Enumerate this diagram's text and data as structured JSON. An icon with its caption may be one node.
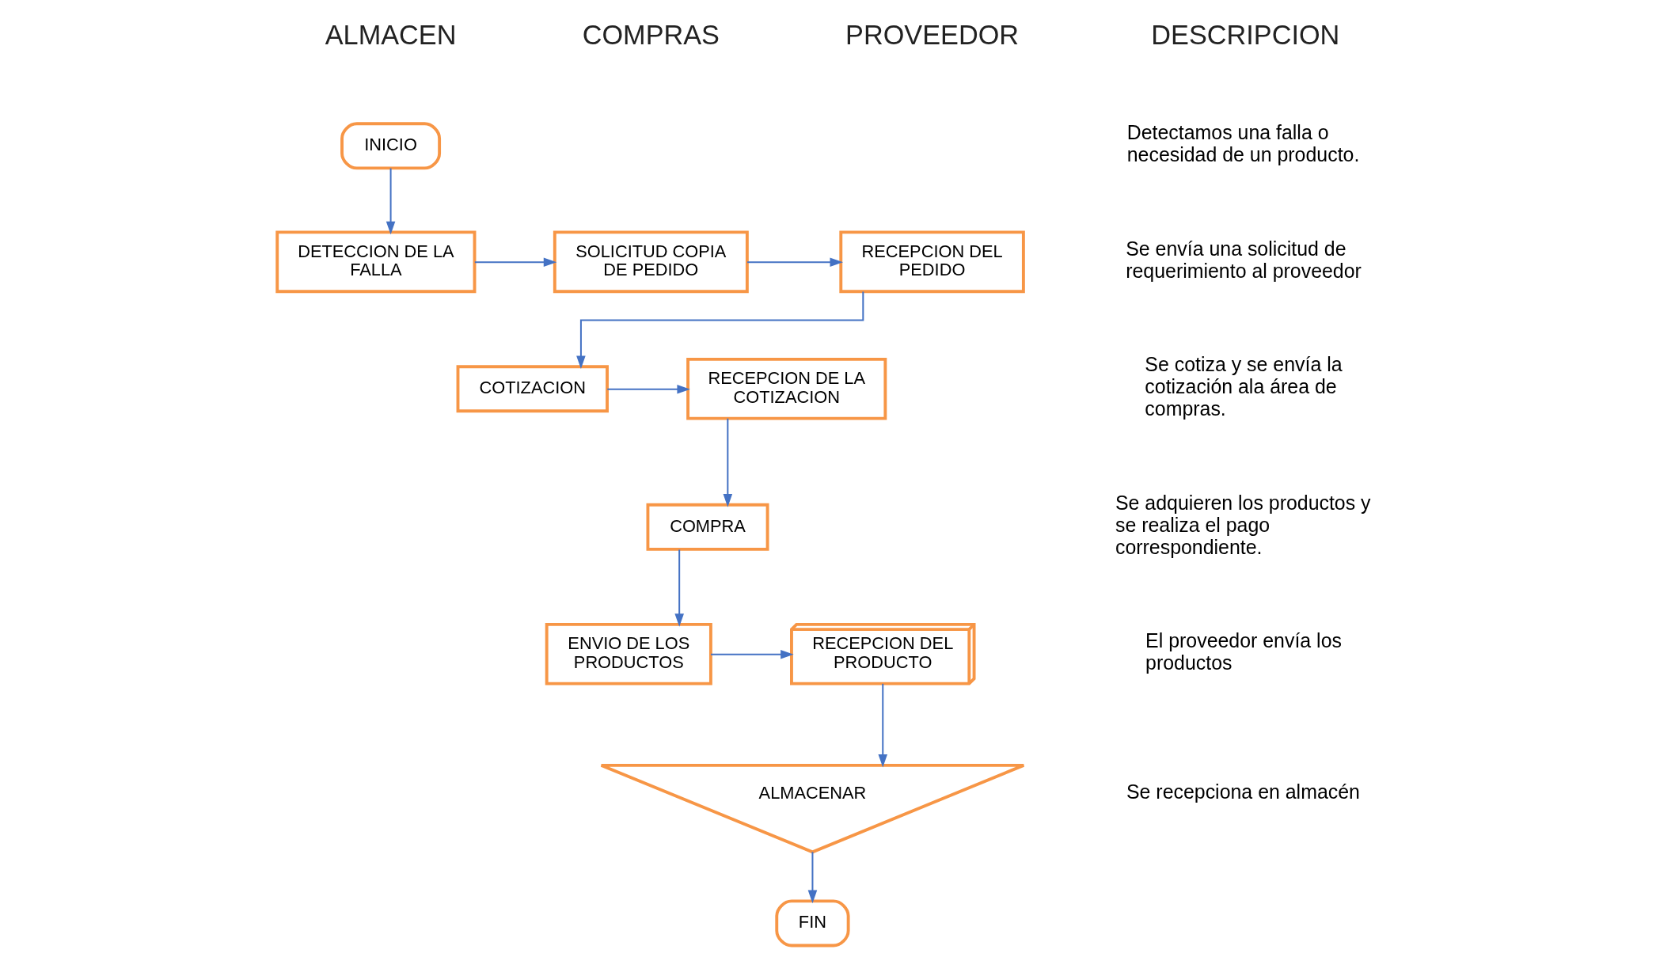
{
  "diagram": {
    "nodes": [
      {
        "text": [
          "INICIO"
        ]
      },
      {
        "text": [
          "DETECCION DE LA FALLA"
        ]
      },
      {
        "text": [
          "SOLICITUD COPIA DE PEDIDO"
        ]
      },
      {
        "text": [
          "RECEPCION DEL PEDIDO"
        ]
      },
      {
        "text": [
          "COTIZACION"
        ]
      },
      {
        "text": [
          "RECEPCION DE LA COTIZACION"
        ]
      },
      {
        "text": [
          "COMPRA"
        ]
      },
      {
        "text": [
          "ENVIO DE LOS PRODUCTOS"
        ]
      },
      {
        "text": [
          "RECEPCION DEL PRODUCTO"
        ]
      },
      {
        "text": [
          "ALMACENAR"
        ]
      },
      {
        "text": [
          "FIN"
        ]
      }
    ],
    "edges": [
      {
        "from": 0,
        "to": 1,
        "arrow": "to"
      },
      {
        "from": 1,
        "to": 2,
        "arrow": "to"
      },
      {
        "from": 2,
        "to": 3,
        "arrow": "to"
      },
      {
        "from": 3,
        "to": 4,
        "arrow": "to"
      },
      {
        "from": 4,
        "to": 5,
        "arrow": "to"
      },
      {
        "from": 5,
        "to": 6,
        "arrow": "to"
      },
      {
        "from": 6,
        "to": 7,
        "arrow": "to"
      },
      {
        "from": 7,
        "to": 8,
        "arrow": "to"
      },
      {
        "from": 8,
        "to": 9,
        "arrow": "to"
      },
      {
        "from": 9,
        "to": 10,
        "arrow": "to"
      }
    ],
    "labels": [
      "ALMACEN",
      "COMPRAS",
      "PROVEEDOR",
      "DESCRIPCION",
      "Detectamos una falla o necesidad de un producto.",
      "Se envía una solicitud de requerimiento al proveedor",
      "Se cotiza y se envía la cotización ala área de compras.",
      "Se adquieren los productos y se realiza el pago correspondiente.",
      "El proveedor envía los productos",
      "Se recepciona en almacén"
    ]
  }
}
